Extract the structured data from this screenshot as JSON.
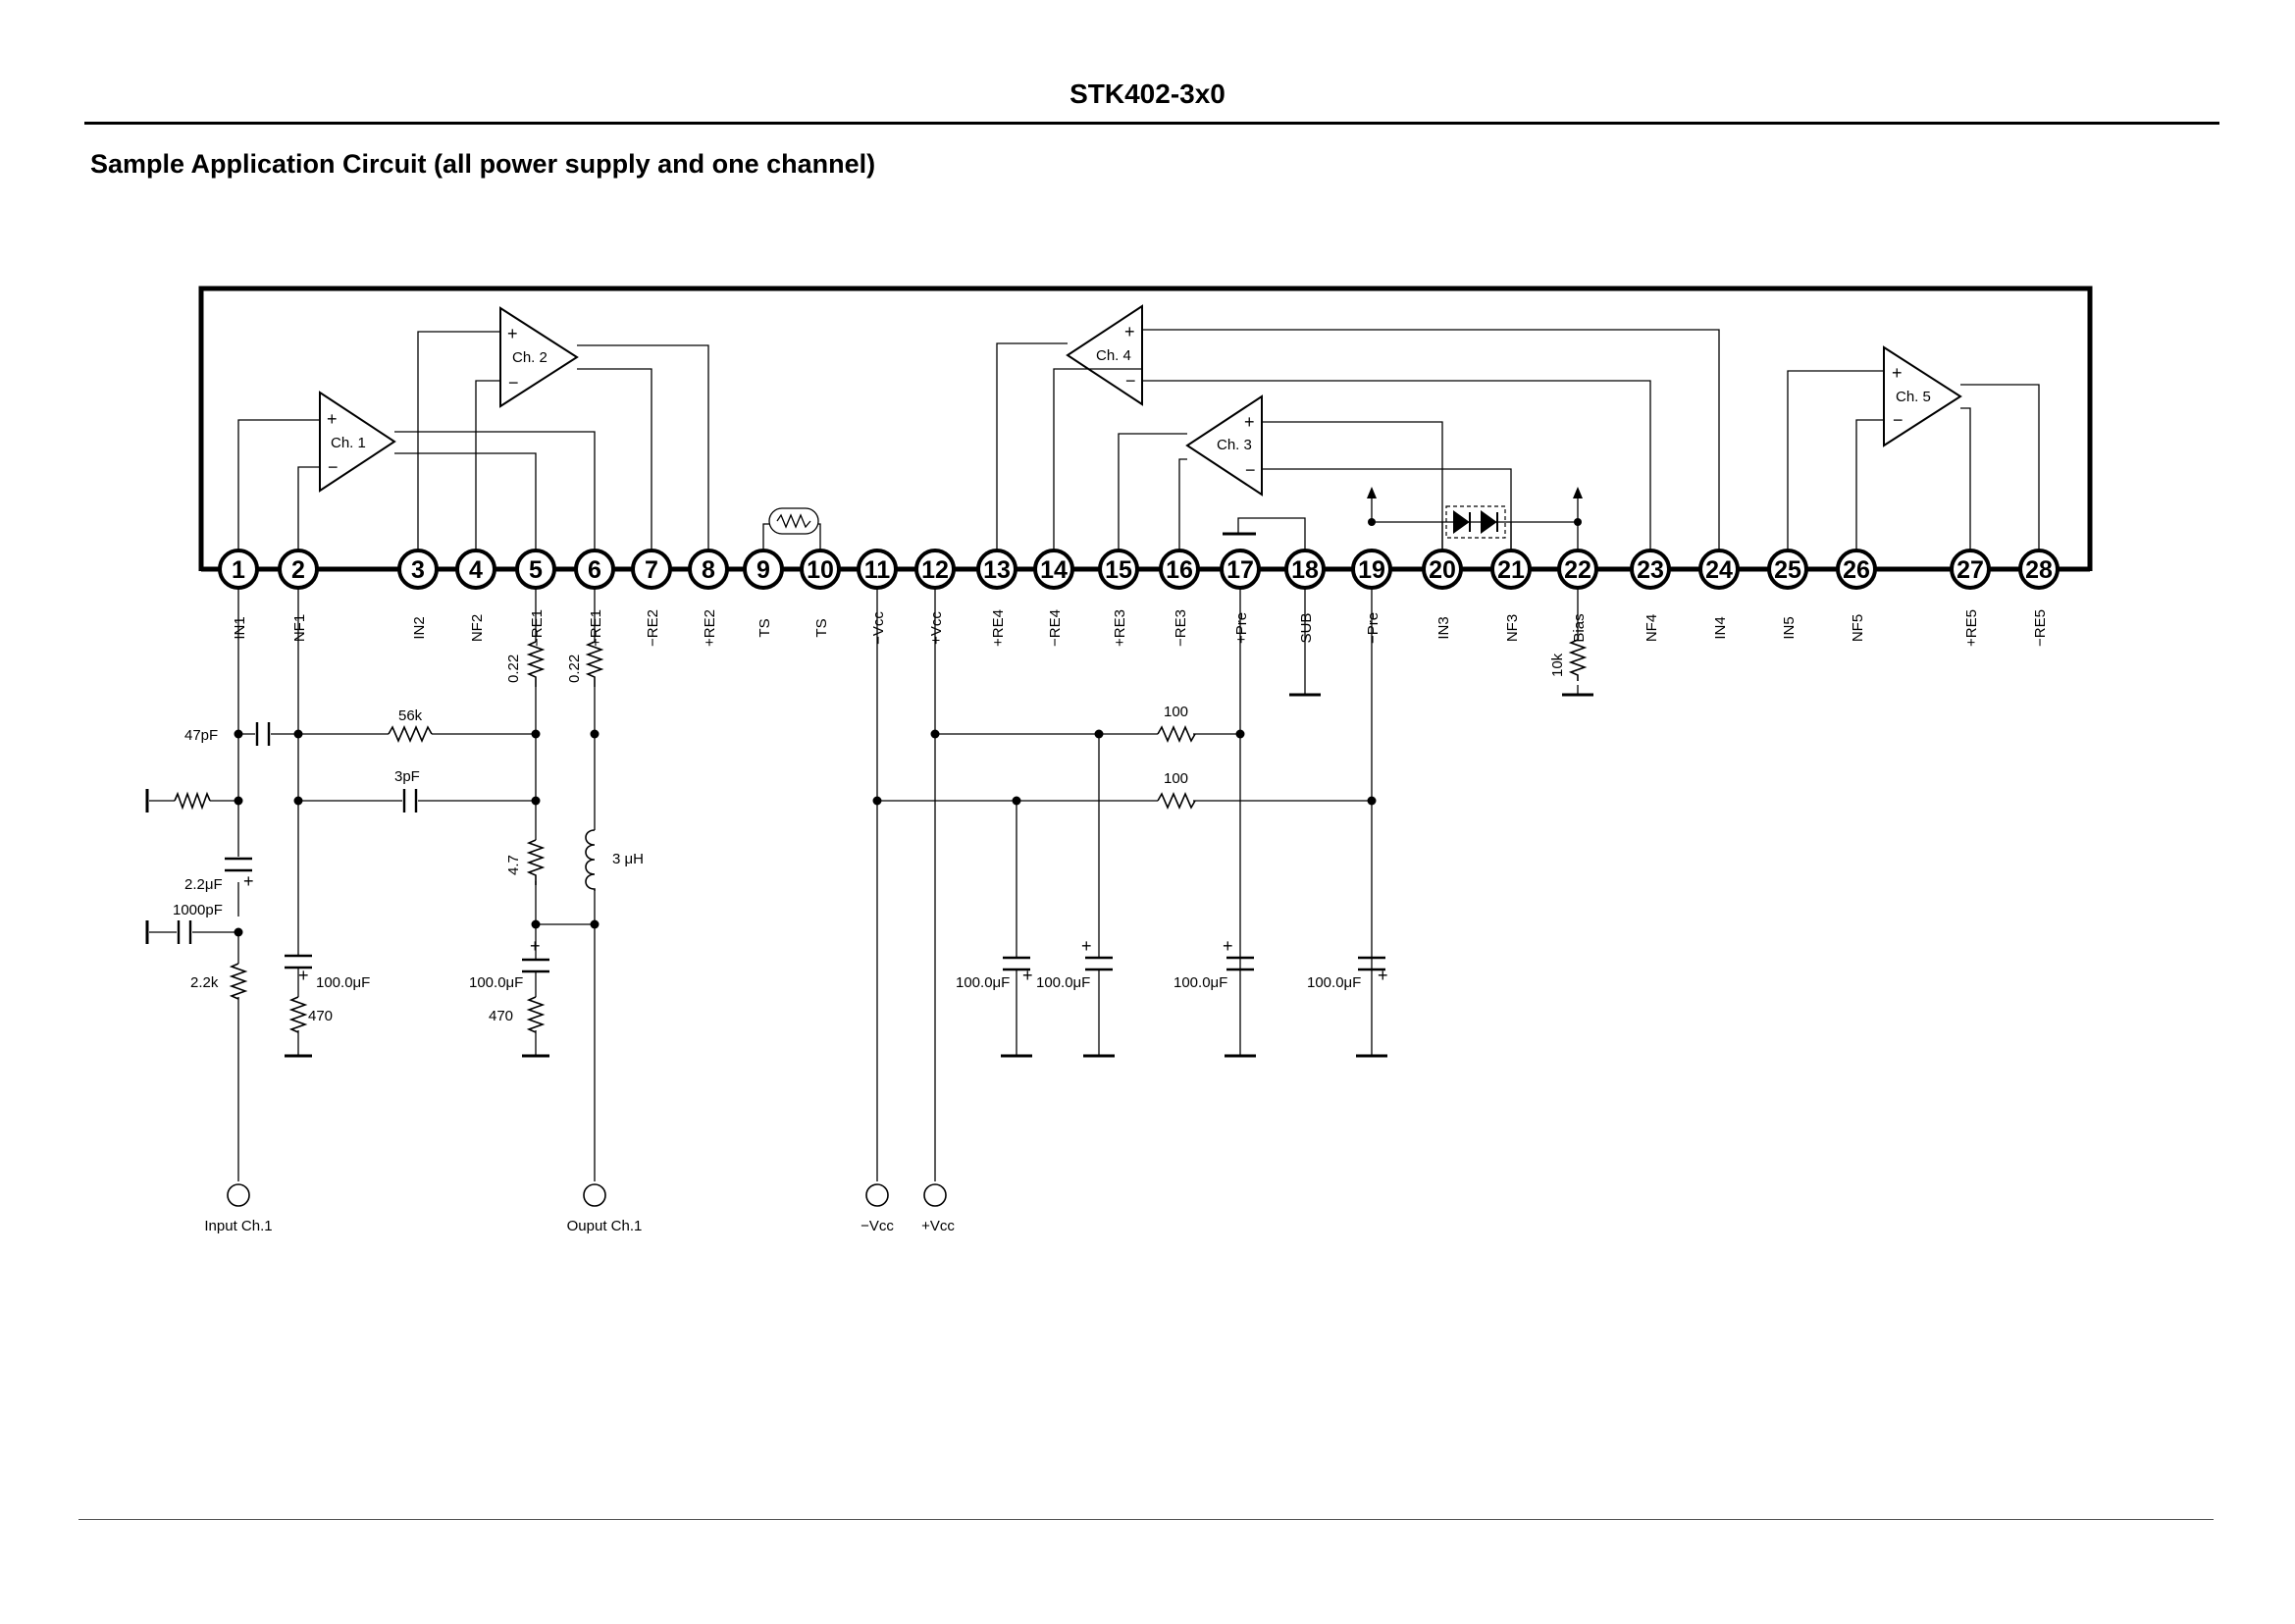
{
  "header": {
    "title": "STK402-3x0"
  },
  "section": {
    "title": "Sample Application Circuit (all power supply and one channel)"
  },
  "pins": [
    {
      "num": "1",
      "label": "IN1"
    },
    {
      "num": "2",
      "label": "NF1"
    },
    {
      "num": "3",
      "label": "IN2"
    },
    {
      "num": "4",
      "label": "NF2"
    },
    {
      "num": "5",
      "label": "−RE1"
    },
    {
      "num": "6",
      "label": "+RE1"
    },
    {
      "num": "7",
      "label": "−RE2"
    },
    {
      "num": "8",
      "label": "+RE2"
    },
    {
      "num": "9",
      "label": "TS"
    },
    {
      "num": "10",
      "label": "TS"
    },
    {
      "num": "11",
      "label": "−Vcc"
    },
    {
      "num": "12",
      "label": "+Vcc"
    },
    {
      "num": "13",
      "label": "+RE4"
    },
    {
      "num": "14",
      "label": "−RE4"
    },
    {
      "num": "15",
      "label": "+RE3"
    },
    {
      "num": "16",
      "label": "−RE3"
    },
    {
      "num": "17",
      "label": "+Pre"
    },
    {
      "num": "18",
      "label": "SUB"
    },
    {
      "num": "19",
      "label": "−Pre"
    },
    {
      "num": "20",
      "label": "IN3"
    },
    {
      "num": "21",
      "label": "NF3"
    },
    {
      "num": "22",
      "label": "Bias"
    },
    {
      "num": "23",
      "label": "NF4"
    },
    {
      "num": "24",
      "label": "IN4"
    },
    {
      "num": "25",
      "label": "IN5"
    },
    {
      "num": "26",
      "label": "NF5"
    },
    {
      "num": "27",
      "label": "+RE5"
    },
    {
      "num": "28",
      "label": "−RE5"
    }
  ],
  "amps": {
    "ch1": "Ch. 1",
    "ch2": "Ch. 2",
    "ch3": "Ch. 3",
    "ch4": "Ch. 4",
    "ch5": "Ch. 5",
    "plus": "+",
    "minus": "−"
  },
  "components": {
    "c47p": "47pF",
    "r56k": "56k",
    "c3p": "3pF",
    "c2u2": "2.2μF",
    "c1000p": "1000pF",
    "r2k2": "2.2k",
    "c100u": "100.0μF",
    "r470": "470",
    "r022": "0.22",
    "r47": "4.7",
    "l3u": "3 μH",
    "r100": "100",
    "r10k": "10k",
    "cap_plus": "+"
  },
  "terminals": {
    "input": "Input Ch.1",
    "output": "Ouput Ch.1",
    "neg_vcc": "−Vcc",
    "pos_vcc": "+Vcc"
  }
}
